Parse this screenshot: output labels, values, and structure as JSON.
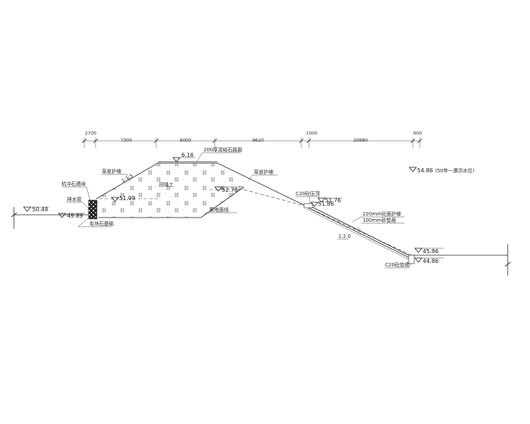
{
  "dimensions": [
    "2700",
    "7300",
    "6000",
    "9620",
    "1000",
    "20980",
    "600"
  ],
  "elevations": {
    "crest": "6.16",
    "water_level": "54.86",
    "left_ground": "50.49",
    "left_toe": "49.89",
    "left_berm": "51.99",
    "right_berm": "52.78",
    "slope_top_a": "51.76",
    "slope_top_b": "51.86",
    "right_ground": "45.86",
    "right_toe": "44.86"
  },
  "labels": {
    "crest_paving": "200厚泥结石路面",
    "water_level_note": "(50年一遇洪水位)",
    "left_slope_protection": "草皮护坡",
    "right_slope_protection": "草皮护坡",
    "gabion_retaining_wall": "抗冲石墙垛",
    "fill_material": "回填土",
    "original_ground": "原地面线",
    "drain_pipe": "排水管",
    "stone_foundation": "毛块石基础",
    "c20_top_beam": "C20砼压顶",
    "concrete_protection": "220mm砼面护坡",
    "sand_cushion": "100mm砂垫层",
    "slope_ratio": "1:2.0",
    "toe_beam": "C20砼齿墙",
    "left_ratio": "1:1.5"
  },
  "colors": {
    "ink": "#111111",
    "background": "#ffffff"
  }
}
